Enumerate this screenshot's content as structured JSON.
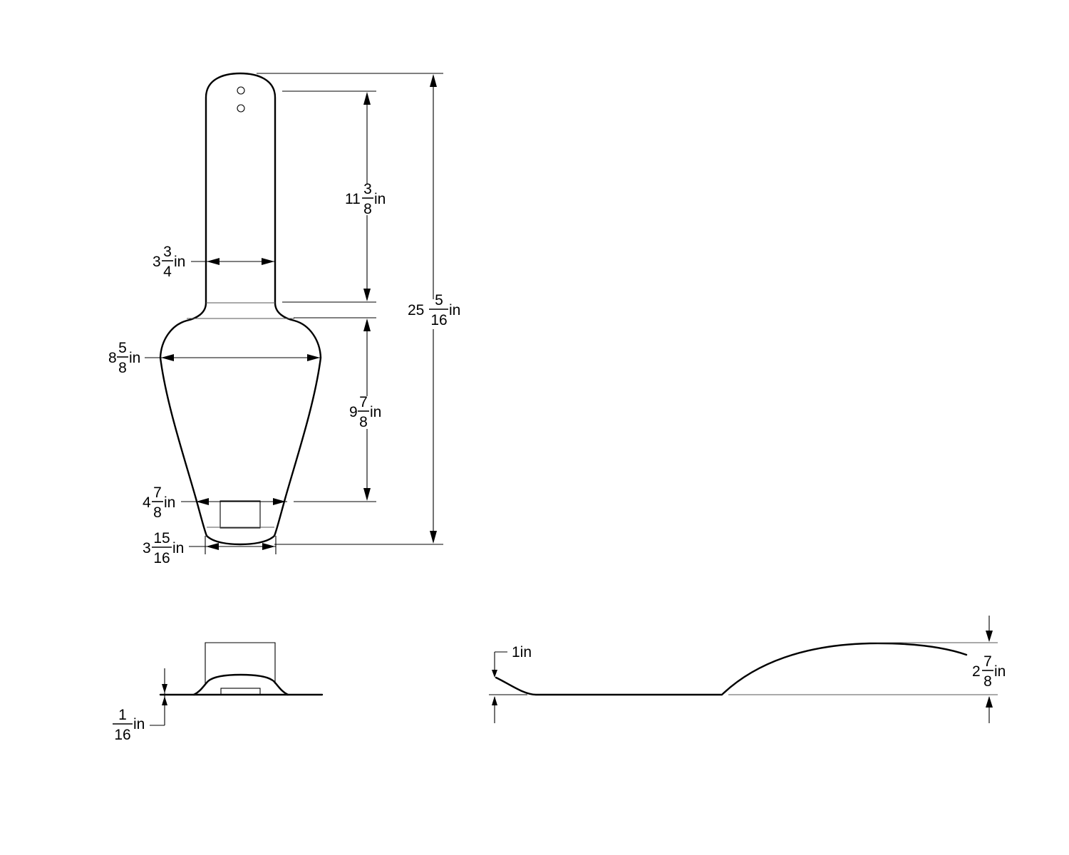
{
  "drawing": {
    "top_view": {
      "dimensions": {
        "handle_width": {
          "whole": "3",
          "num": "3",
          "den": "4",
          "unit": "in"
        },
        "handle_length": {
          "whole": "11",
          "num": "3",
          "den": "8",
          "unit": "in"
        },
        "total_length": {
          "whole": "25",
          "num": "5",
          "den": "16",
          "unit": "in"
        },
        "blade_width": {
          "whole": "8",
          "num": "5",
          "den": "8",
          "unit": "in"
        },
        "blade_length": {
          "whole": "9",
          "num": "7",
          "den": "8",
          "unit": "in"
        },
        "tip_width": {
          "whole": "4",
          "num": "7",
          "den": "8",
          "unit": "in"
        },
        "tip_end_width": {
          "whole": "3",
          "num": "15",
          "den": "16",
          "unit": "in"
        }
      }
    },
    "front_view": {
      "dimensions": {
        "thickness": {
          "whole": "",
          "num": "1",
          "den": "16",
          "unit": "in"
        }
      }
    },
    "side_view": {
      "dimensions": {
        "tip_rise": {
          "text": "1in"
        },
        "handle_rise": {
          "whole": "2",
          "num": "7",
          "den": "8",
          "unit": "in"
        }
      }
    }
  }
}
